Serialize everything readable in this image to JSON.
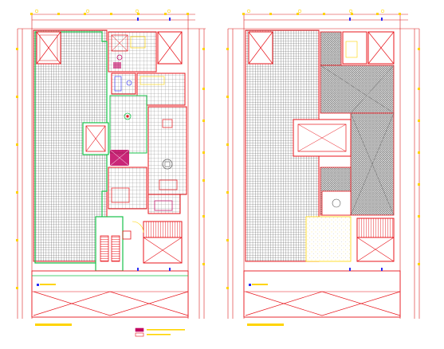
{
  "drawing": {
    "background": "#ffffff",
    "colors": {
      "wall": "#e8141b",
      "tile": "#5a5a5a",
      "hatch": "#6e6e6e",
      "green": "#17c24a",
      "yellow": "#ffd400",
      "blue": "#2a2af5",
      "dim": "#d92020",
      "magenta": "#c0005f",
      "furniture": "#f0a000"
    },
    "legend": {
      "swatch_colors": [
        "#c0005f",
        "#e8141b"
      ]
    }
  },
  "plans": [
    {
      "id": "left-plan",
      "name": "ground-floor-plan"
    },
    {
      "id": "right-plan",
      "name": "roof-plan"
    }
  ]
}
